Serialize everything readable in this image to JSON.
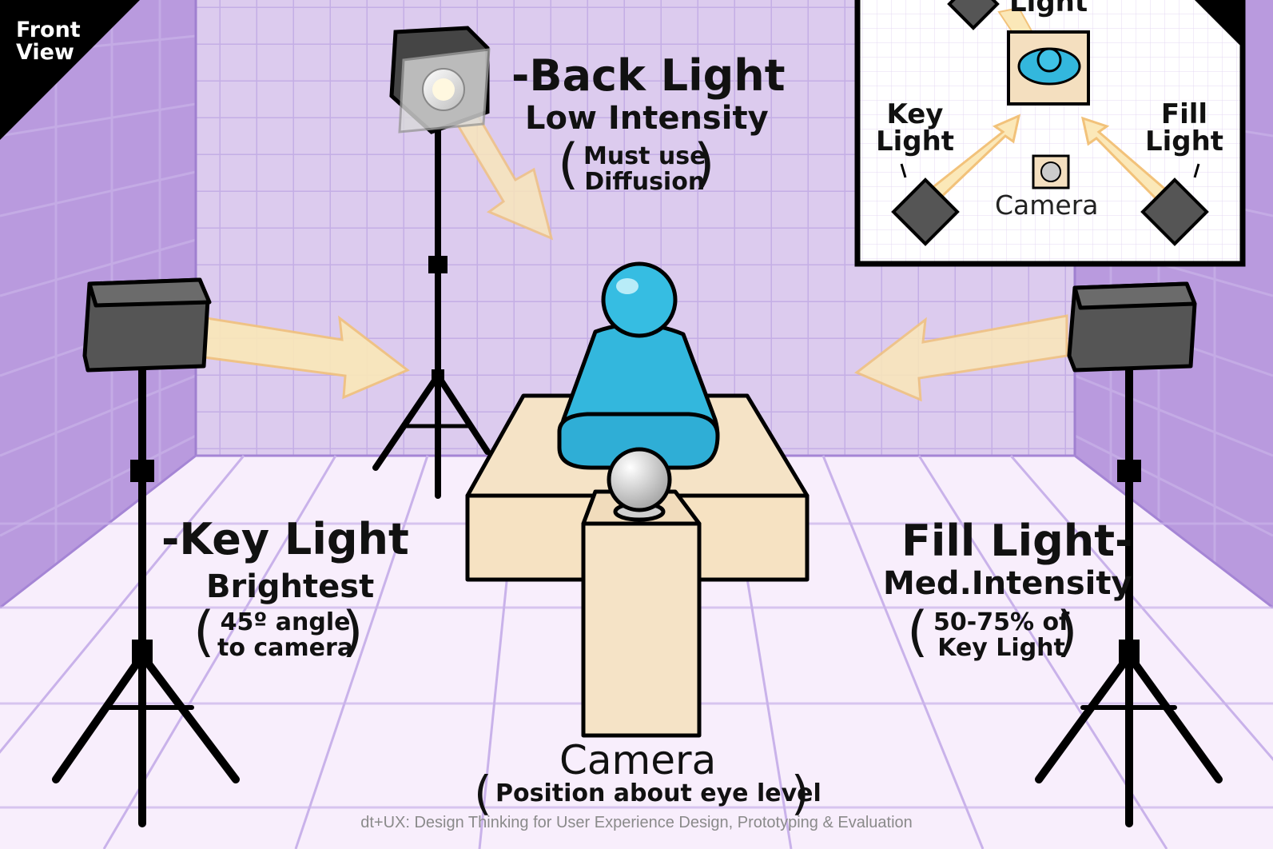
{
  "view_label": [
    "Front",
    "View"
  ],
  "back_light": {
    "title": "-Back Light",
    "subtitle": "Low Intensity",
    "note": [
      "Must use",
      "Diffusion"
    ]
  },
  "key_light": {
    "title": "-Key Light",
    "subtitle": "Brightest",
    "note": [
      "45º angle",
      "to camera"
    ]
  },
  "fill_light": {
    "title": "Fill Light-",
    "subtitle": "Med.Intensity",
    "note": [
      "50-75% of",
      "Key Light"
    ]
  },
  "camera": {
    "title": "Camera",
    "note": "Position about eye level"
  },
  "inset": {
    "back_light_partial": "Light",
    "key_light": [
      "Key",
      "Light"
    ],
    "fill_light": [
      "Fill",
      "Light"
    ],
    "camera": "Camera"
  },
  "footer": "dt+UX: Design Thinking for User Experience Design, Prototyping & Evaluation",
  "colors": {
    "wall": "#d9c8ec",
    "floor": "#f6ecfb",
    "grid": "#b79bdd",
    "side_wall": "#b596db",
    "person": "#33b7dd",
    "table": "#f4dfbf",
    "light_beam": "#fbe8b8",
    "fixture": "#444444"
  }
}
